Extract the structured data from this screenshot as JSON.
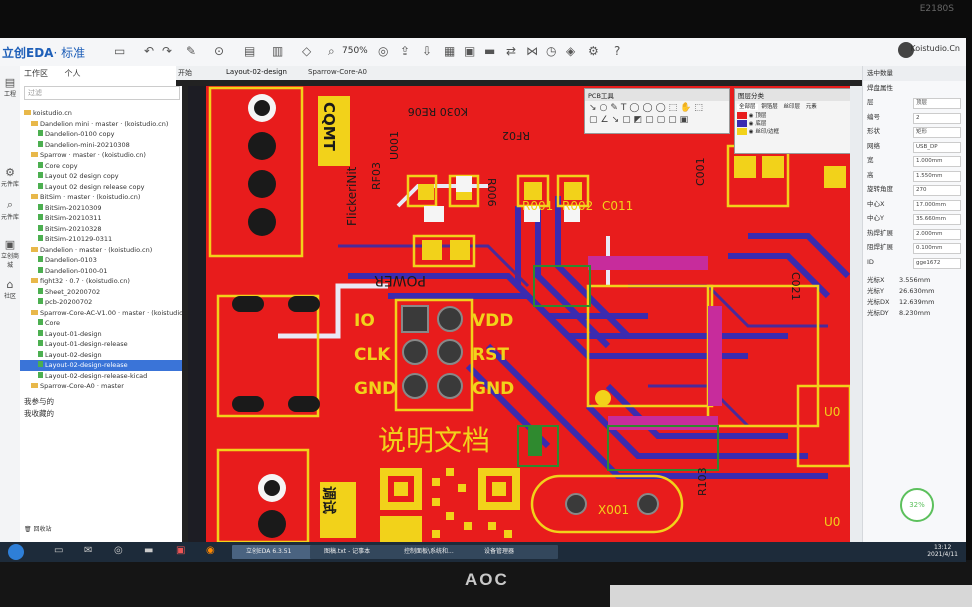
{
  "monitor": {
    "brand": "AOC",
    "tag": "E2180S"
  },
  "app": {
    "logo": "立创EDA",
    "edition": "· 标准",
    "zoom": "750%",
    "user": "Koistudio.Cn"
  },
  "rail": [
    {
      "icon": "file-icon",
      "label": "工程"
    },
    {
      "icon": "gear-icon",
      "label": "元件库"
    },
    {
      "icon": "search-icon",
      "label": "元件库"
    },
    {
      "icon": "chip-icon",
      "label": "立创商城"
    },
    {
      "icon": "house-icon",
      "label": "社区"
    }
  ],
  "panel": {
    "tabs": [
      "工作区",
      "个人"
    ],
    "filter_placeholder": "过滤",
    "tree": [
      {
        "text": "koistudio.cn",
        "indent": 0,
        "kind": "folder"
      },
      {
        "text": "Dandelion mini · master · (koistudio.cn)",
        "indent": 1,
        "kind": "folder"
      },
      {
        "text": "Dandelion-0100 copy",
        "indent": 2,
        "kind": "file"
      },
      {
        "text": "Dandelion-mini-20210308",
        "indent": 2,
        "kind": "file"
      },
      {
        "text": "Sparrow · master · (koistudio.cn)",
        "indent": 1,
        "kind": "folder"
      },
      {
        "text": "Core copy",
        "indent": 2,
        "kind": "file"
      },
      {
        "text": "Layout 02 design copy",
        "indent": 2,
        "kind": "file"
      },
      {
        "text": "Layout 02 design release copy",
        "indent": 2,
        "kind": "file"
      },
      {
        "text": "BitSim · master · (koistudio.cn)",
        "indent": 1,
        "kind": "folder"
      },
      {
        "text": "BitSim-20210309",
        "indent": 2,
        "kind": "file"
      },
      {
        "text": "BitSim-20210311",
        "indent": 2,
        "kind": "file"
      },
      {
        "text": "BitSim-20210328",
        "indent": 2,
        "kind": "file"
      },
      {
        "text": "BitSim-210129-0311",
        "indent": 2,
        "kind": "file"
      },
      {
        "text": "Dandelion · master · (koistudio.cn)",
        "indent": 1,
        "kind": "folder"
      },
      {
        "text": "Dandelion-0103",
        "indent": 2,
        "kind": "file"
      },
      {
        "text": "Dandelion-0100-01",
        "indent": 2,
        "kind": "file"
      },
      {
        "text": "fight32 · 0.7 · (koistudio.cn)",
        "indent": 1,
        "kind": "folder"
      },
      {
        "text": "Sheet_20200702",
        "indent": 2,
        "kind": "file"
      },
      {
        "text": "pcb-20200702",
        "indent": 2,
        "kind": "file"
      },
      {
        "text": "Sparrow-Core-AC-V1.00 · master · (koistudio.cn)",
        "indent": 1,
        "kind": "folder"
      },
      {
        "text": "Core",
        "indent": 2,
        "kind": "file"
      },
      {
        "text": "Layout-01-design",
        "indent": 2,
        "kind": "file"
      },
      {
        "text": "Layout-01-design-release",
        "indent": 2,
        "kind": "file"
      },
      {
        "text": "Layout-02-design",
        "indent": 2,
        "kind": "file"
      },
      {
        "text": "Layout-02-design-release",
        "indent": 2,
        "kind": "file",
        "selected": true
      },
      {
        "text": "Layout-02-design-release-kicad",
        "indent": 2,
        "kind": "file"
      },
      {
        "text": "Sparrow-Core-A0 · master",
        "indent": 1,
        "kind": "folder"
      }
    ],
    "footer": [
      "我参与的",
      "我收藏的"
    ],
    "trash": "回收站"
  },
  "doctabs": [
    "开始",
    "Layout-02-design",
    "Sparrow-Core-A0"
  ],
  "pcb": {
    "silk": {
      "io": "IO",
      "vdd": "VDD",
      "clk": "CLK",
      "rst": "RST",
      "gnd1": "GND",
      "gnd2": "GND",
      "power": "POWER",
      "doc": "说明文档",
      "cqmt": "CQMT",
      "test": "调试",
      "r001": "R001",
      "r002": "R002",
      "c011": "C011",
      "r006": "R006",
      "rf03": "RF03",
      "rf02": "RF02",
      "u001": "U001",
      "c021": "C021",
      "c001": "C001",
      "x001": "X001",
      "r103": "R103",
      "u0": "U0",
      "u0b": "U0",
      "mirror1": "FlickeriNit",
      "mirror2": "K030 RE06"
    }
  },
  "pcb_tools": {
    "title": "PCB工具"
  },
  "layers": {
    "title": "图层分类",
    "tabs": [
      "全部层",
      "铜箔层",
      "丝印层",
      "元素"
    ],
    "rows": [
      "顶层",
      "底层",
      "丝印/边框"
    ]
  },
  "props": {
    "header": "选中数量",
    "section": "焊盘属性",
    "fields": [
      {
        "label": "层",
        "value": "顶层"
      },
      {
        "label": "编号",
        "value": "2"
      },
      {
        "label": "形状",
        "value": "矩形"
      },
      {
        "label": "网络",
        "value": "USB_DP"
      },
      {
        "label": "宽",
        "value": "1.000mm"
      },
      {
        "label": "高",
        "value": "1.550mm"
      },
      {
        "label": "旋转角度",
        "value": "270"
      },
      {
        "label": "中心X",
        "value": "17.000mm"
      },
      {
        "label": "中心Y",
        "value": "35.660mm"
      },
      {
        "label": "热焊扩展",
        "value": "2.000mm"
      },
      {
        "label": "阻焊扩展",
        "value": "0.100mm"
      },
      {
        "label": "ID",
        "value": "gge1672"
      }
    ],
    "coords": [
      {
        "label": "光标X",
        "value": "3.556mm"
      },
      {
        "label": "光标Y",
        "value": "26.630mm"
      },
      {
        "label": "光标DX",
        "value": "12.639mm"
      },
      {
        "label": "光标DY",
        "value": "8.230mm"
      }
    ],
    "progress": "32%"
  },
  "taskbar": {
    "tasks": [
      "立创EDA 6.3.51",
      "图稿.txt - 记事本",
      "控制面板\\系统和...",
      "设备管理器"
    ],
    "time": "13:12",
    "date": "2021/4/11"
  }
}
